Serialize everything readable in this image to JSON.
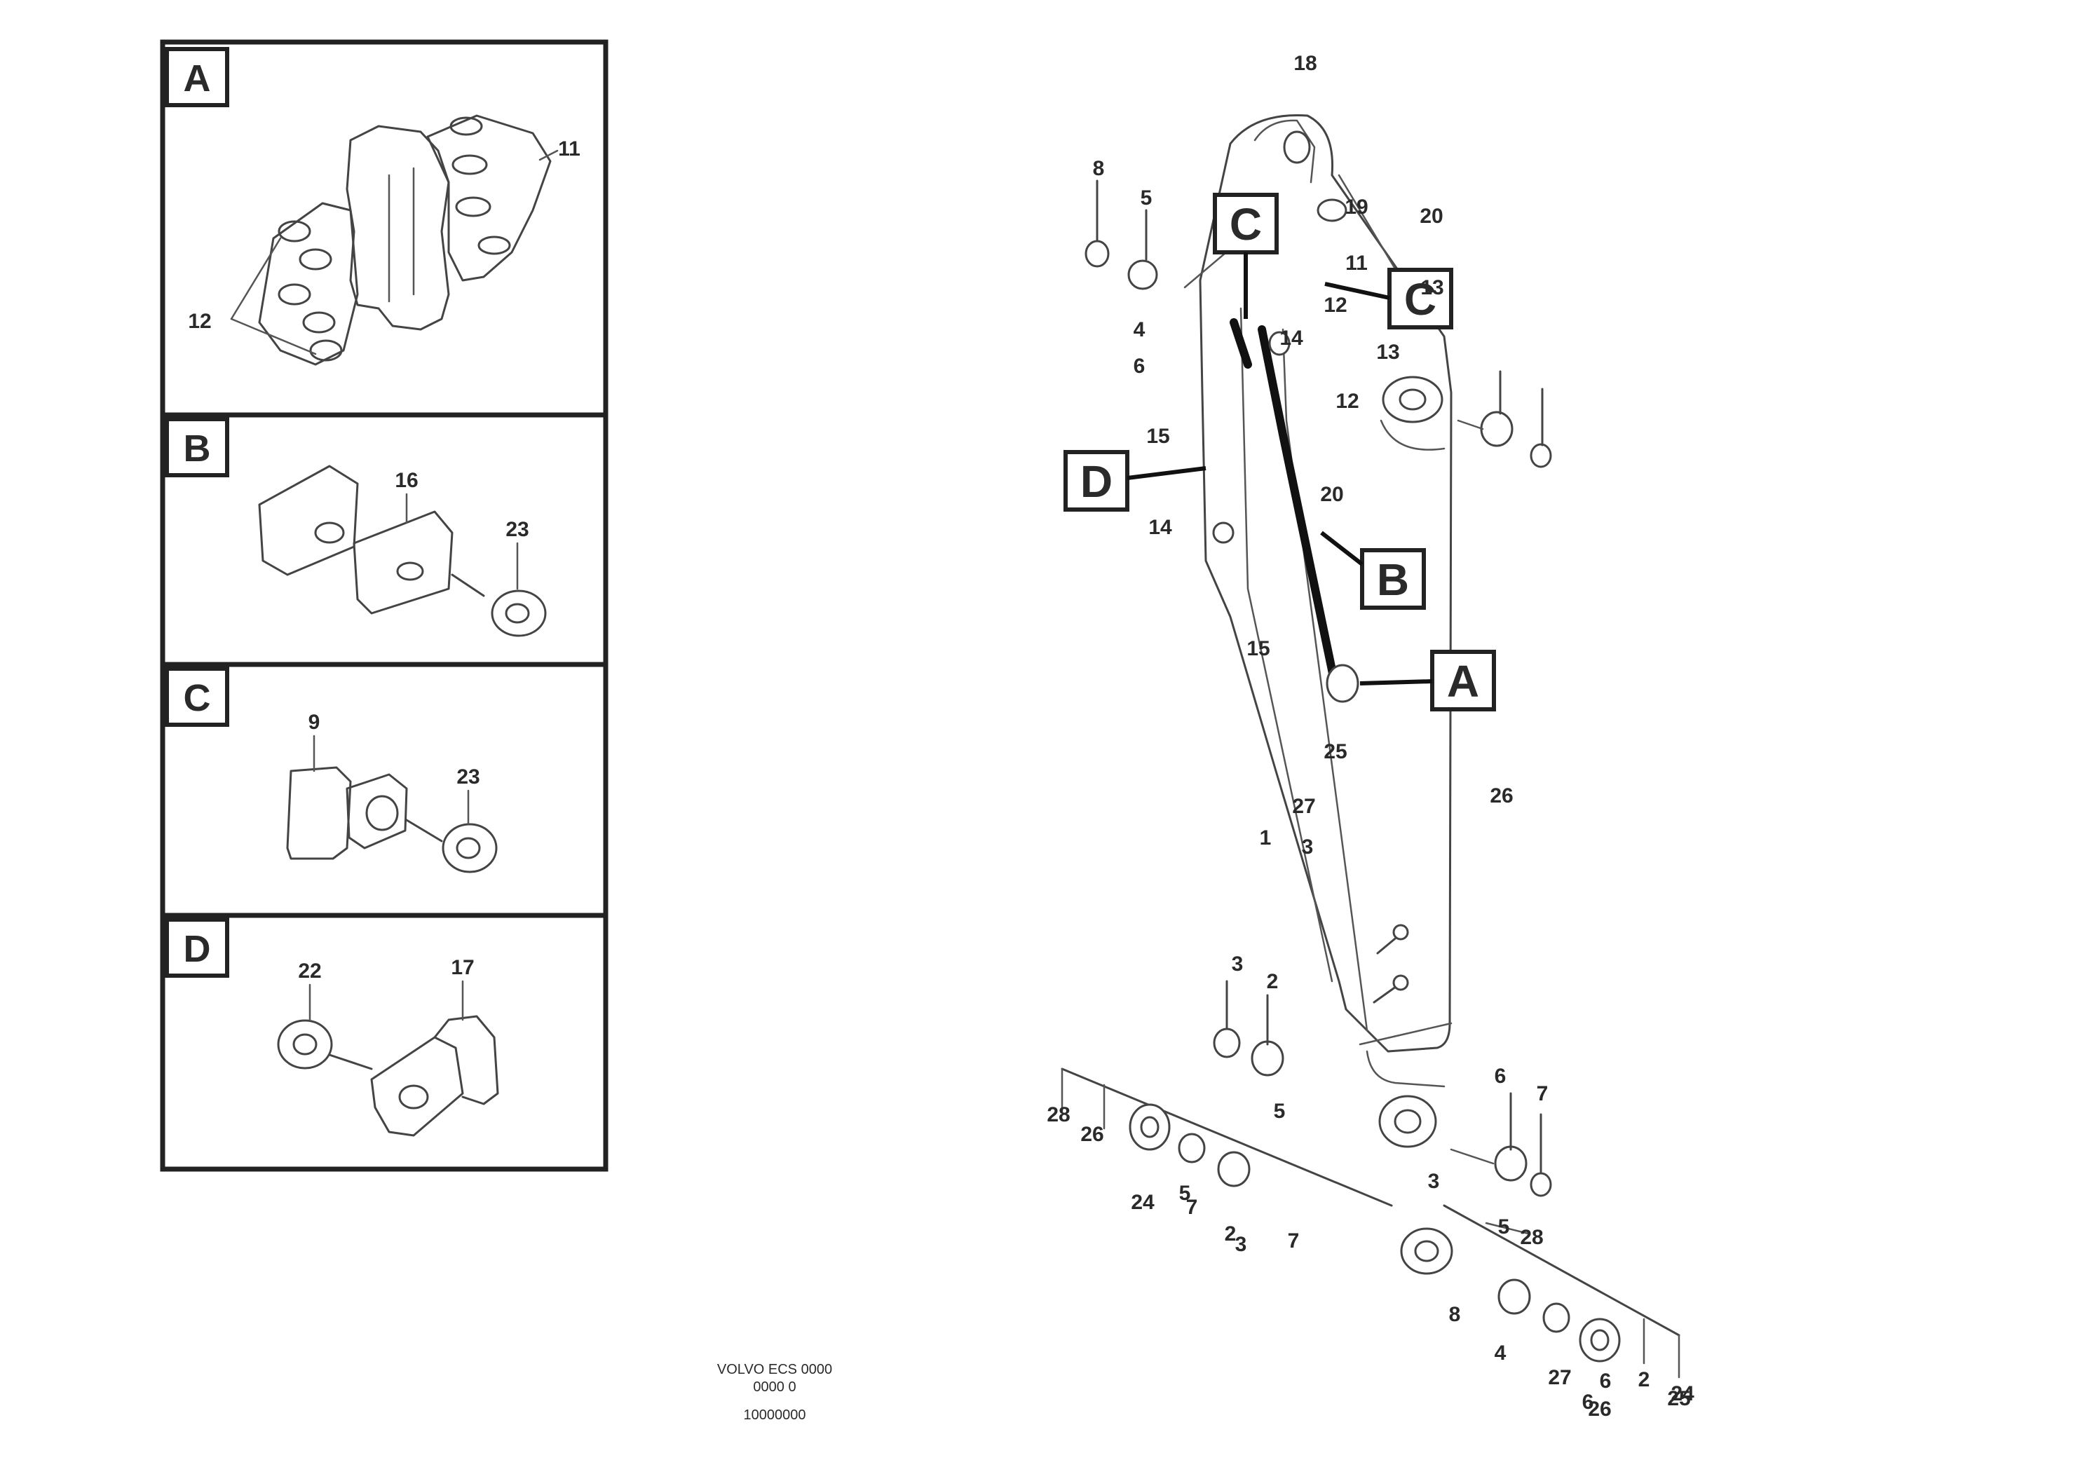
{
  "panels": [
    {
      "letter": "A",
      "callouts": [
        "11",
        "12"
      ]
    },
    {
      "letter": "B",
      "callouts": [
        "16",
        "23"
      ]
    },
    {
      "letter": "C",
      "callouts": [
        "9",
        "23"
      ]
    },
    {
      "letter": "D",
      "callouts": [
        "22",
        "17"
      ]
    }
  ],
  "view_markers": {
    "c_top": "C",
    "c_right": "C",
    "d": "D",
    "b": "B",
    "a": "A"
  },
  "callouts": [
    "18",
    "8",
    "5",
    "20",
    "19",
    "11",
    "12",
    "13",
    "4",
    "6",
    "14",
    "13",
    "12",
    "15",
    "14",
    "20",
    "15",
    "25",
    "26",
    "27",
    "1",
    "3",
    "3",
    "2",
    "5",
    "7",
    "2",
    "5",
    "3",
    "7",
    "28",
    "26",
    "24",
    "6",
    "7",
    "3",
    "5",
    "8",
    "4",
    "28",
    "27",
    "6",
    "2",
    "6",
    "24",
    "26",
    "25"
  ],
  "footer": {
    "line1": "VOLVO ECS 0000",
    "line2": "0000 0",
    "line3": "10000000"
  }
}
